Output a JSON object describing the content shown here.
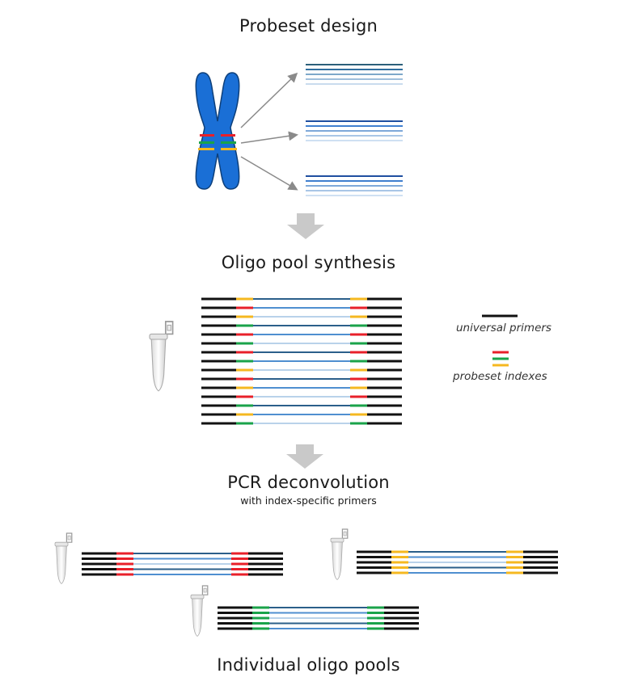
{
  "titles": {
    "probeset_design": "Probeset design",
    "oligo_pool_synthesis": "Oligo pool synthesis",
    "pcr_deconvolution": "PCR deconvolution",
    "pcr_subtitle": "with index-specific primers",
    "individual_pools": "Individual oligo pools"
  },
  "legend": {
    "universal_primers": "universal primers",
    "probeset_indexes": "probeset indexes"
  },
  "colors": {
    "chromosome": "#1a6fd6",
    "primer": "#111111",
    "index_red": "#e8202a",
    "index_green": "#1aa34a",
    "index_yellow": "#f5b820",
    "probe_dark": "#2b5f8a",
    "probe_mid": "#4f8fd0",
    "probe_light": "#b9d2ea",
    "arrow_gray": "#c9c9c9"
  },
  "pool_index_order": [
    "yellow",
    "red",
    "yellow",
    "green",
    "red",
    "green",
    "red",
    "green",
    "yellow",
    "red",
    "yellow",
    "red",
    "green",
    "yellow",
    "green"
  ],
  "individual_pools": [
    "red",
    "yellow",
    "green"
  ]
}
